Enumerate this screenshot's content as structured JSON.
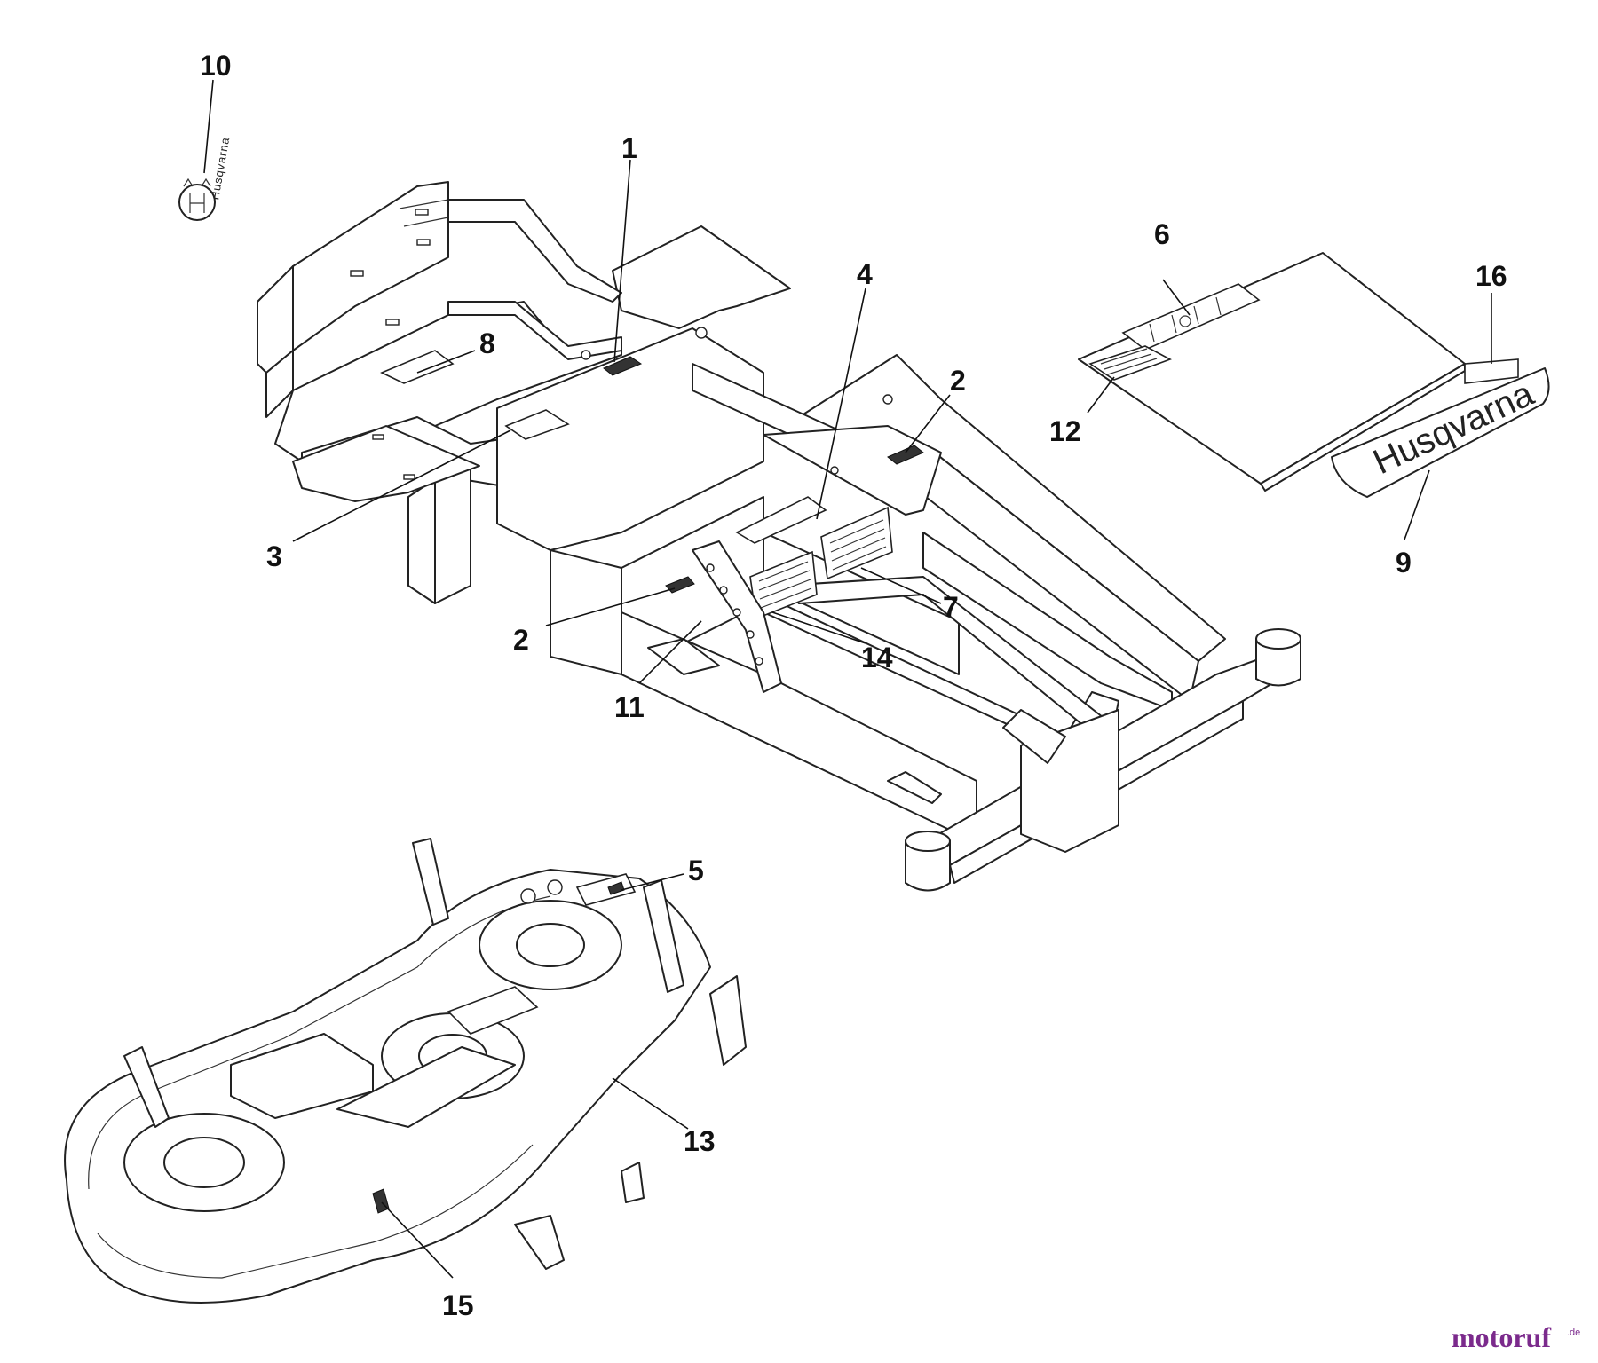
{
  "diagram": {
    "brand_text": "Husqvarna",
    "callouts": [
      {
        "id": "1",
        "label": "1"
      },
      {
        "id": "2a",
        "label": "2"
      },
      {
        "id": "2b",
        "label": "2"
      },
      {
        "id": "3",
        "label": "3"
      },
      {
        "id": "4",
        "label": "4"
      },
      {
        "id": "5",
        "label": "5"
      },
      {
        "id": "6",
        "label": "6"
      },
      {
        "id": "7",
        "label": "7"
      },
      {
        "id": "8",
        "label": "8"
      },
      {
        "id": "9",
        "label": "9"
      },
      {
        "id": "10",
        "label": "10"
      },
      {
        "id": "11",
        "label": "11"
      },
      {
        "id": "12",
        "label": "12"
      },
      {
        "id": "13",
        "label": "13"
      },
      {
        "id": "14",
        "label": "14"
      },
      {
        "id": "15",
        "label": "15"
      },
      {
        "id": "16",
        "label": "16"
      }
    ]
  },
  "watermark": {
    "name": "motoruf",
    "suffix": ".de",
    "color": "#7b2a8c"
  }
}
